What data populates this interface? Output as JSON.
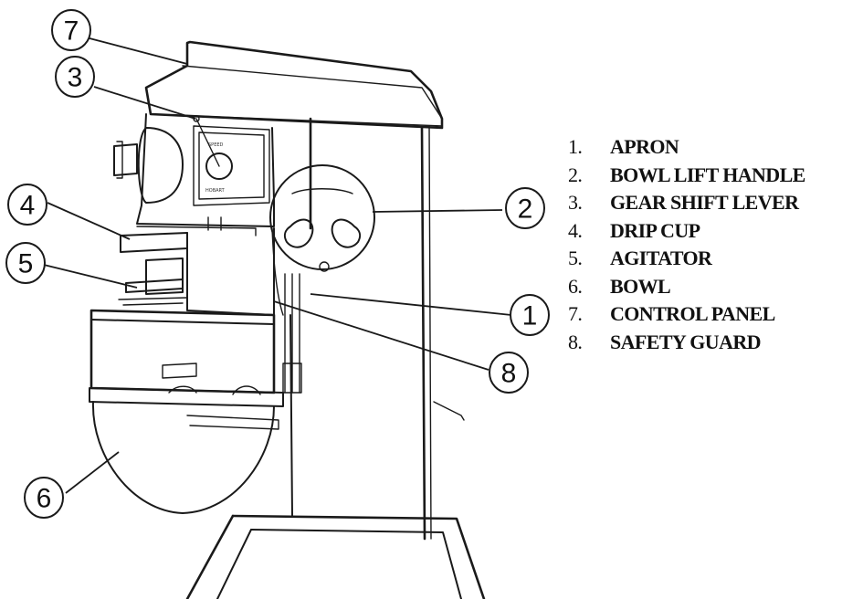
{
  "legend": [
    {
      "number": "1.",
      "label": "APRON"
    },
    {
      "number": "2.",
      "label": "BOWL LIFT HANDLE"
    },
    {
      "number": "3.",
      "label": "GEAR SHIFT LEVER"
    },
    {
      "number": "4.",
      "label": "DRIP CUP"
    },
    {
      "number": "5.",
      "label": "AGITATOR"
    },
    {
      "number": "6.",
      "label": "BOWL"
    },
    {
      "number": "7.",
      "label": "CONTROL PANEL"
    },
    {
      "number": "8.",
      "label": "SAFETY GUARD"
    }
  ],
  "callouts": {
    "c1": "1",
    "c2": "2",
    "c3": "3",
    "c4": "4",
    "c5": "5",
    "c6": "6",
    "c7": "7",
    "c8": "8"
  },
  "colors": {
    "ink": "#1a1a1a",
    "background": "#ffffff"
  },
  "icons": [
    "stand-mixer-illustration"
  ]
}
